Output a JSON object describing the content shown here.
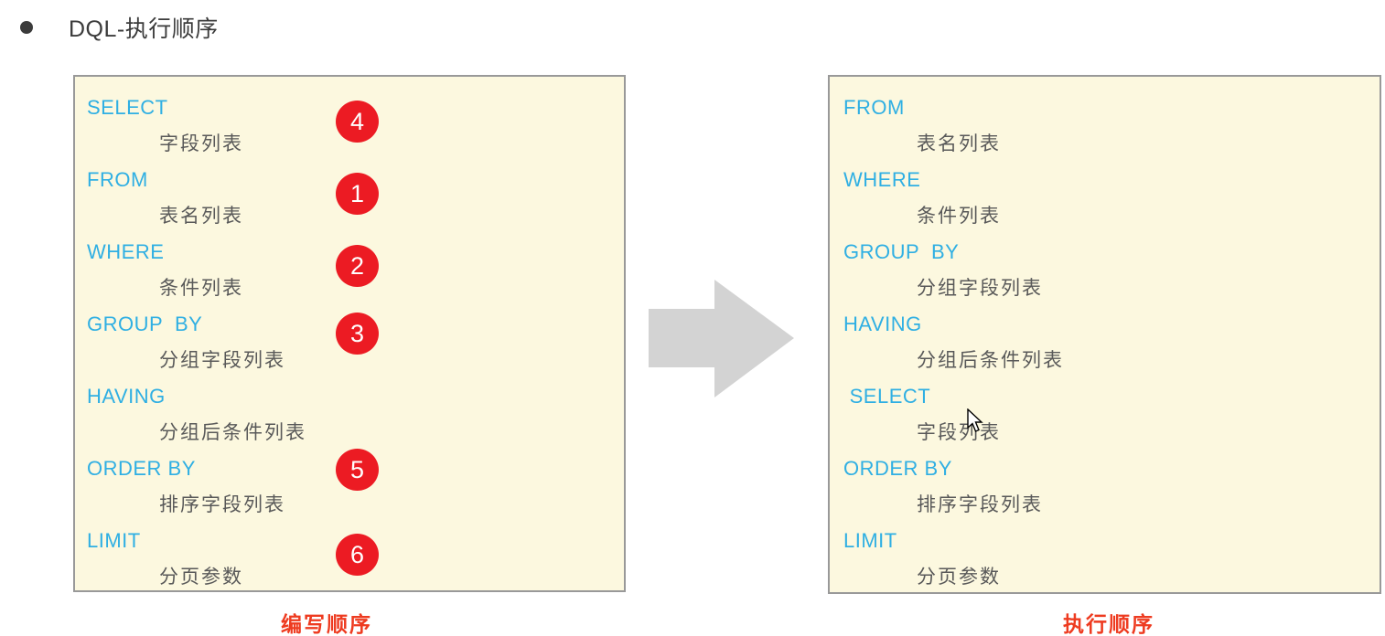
{
  "title": {
    "text": "DQL-执行顺序"
  },
  "left_panel": {
    "caption": "编写顺序",
    "entries": [
      {
        "keyword": "SELECT",
        "sub": "字段列表",
        "badge": "4"
      },
      {
        "keyword": "FROM",
        "sub": "表名列表",
        "badge": "1"
      },
      {
        "keyword": "WHERE",
        "sub": "条件列表",
        "badge": "2"
      },
      {
        "keyword": "GROUP  BY",
        "sub": "分组字段列表",
        "badge": "3"
      },
      {
        "keyword": "HAVING",
        "sub": "分组后条件列表"
      },
      {
        "keyword": "ORDER BY",
        "sub": "排序字段列表",
        "badge": "5"
      },
      {
        "keyword": "LIMIT",
        "sub": "分页参数",
        "badge": "6"
      }
    ]
  },
  "right_panel": {
    "caption": "执行顺序",
    "entries": [
      {
        "keyword": "FROM",
        "sub": "表名列表"
      },
      {
        "keyword": "WHERE",
        "sub": "条件列表"
      },
      {
        "keyword": "GROUP  BY",
        "sub": "分组字段列表"
      },
      {
        "keyword": "HAVING",
        "sub": "分组后条件列表"
      },
      {
        "keyword": " SELECT",
        "sub": "字段列表"
      },
      {
        "keyword": "ORDER BY",
        "sub": "排序字段列表"
      },
      {
        "keyword": "LIMIT",
        "sub": "分页参数"
      }
    ]
  },
  "icons": {
    "arrow": "right-arrow-icon",
    "cursor": "mouse-pointer-icon",
    "bullet": "bullet-icon"
  },
  "colors": {
    "keyword_blue": "#2fafe3",
    "badge_red": "#ec1b23",
    "caption_red": "#ee3b20",
    "panel_background": "#fcf8df",
    "panel_border": "#999999",
    "sub_text_gray": "#595959",
    "arrow_gray": "#d3d3d3",
    "title_dark": "#3b3b3b"
  }
}
